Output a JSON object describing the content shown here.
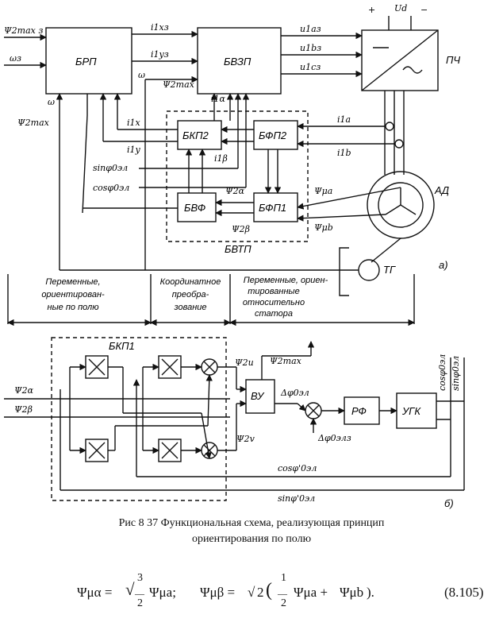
{
  "blocks": {
    "brp": "БРП",
    "bvzp": "БВЗП",
    "pch": "ПЧ",
    "bkp2": "БКП2",
    "bfp2": "БФП2",
    "bvf": "БВФ",
    "bfp1": "БФП1",
    "bvtp": "БВТП",
    "ad": "АД",
    "tg": "ТГ",
    "bkp1": "БКП1",
    "vu": "ВУ",
    "rf": "РФ",
    "ugk": "УГК"
  },
  "signals": {
    "psi2max_z": "Ψ2max з",
    "omega_z": "ωз",
    "omega": "ω",
    "psi2max": "Ψ2max",
    "i1xz": "i1xз",
    "i1yz": "i1yз",
    "u1az": "u1aз",
    "u1bz": "u1bз",
    "u1cz": "u1cз",
    "ud": "Ud",
    "i1alpha": "i1α",
    "i1beta": "i1β",
    "i1x": "i1x",
    "i1y": "i1y",
    "i1a": "i1a",
    "i1b": "i1b",
    "sin_phi": "sinφ0эл",
    "cos_phi": "cosφ0эл",
    "psi2alpha": "Ψ2α",
    "psi2beta": "Ψ2β",
    "psi_mu_a": "Ψμa",
    "psi_mu_b": "Ψμb",
    "psi2u": "Ψ2u",
    "psi2v": "Ψ2v",
    "dphi": "Δφ0эл",
    "dphi_z": "Δφ0элз",
    "cos_phi_prime": "cosφ'0эл",
    "sin_phi_prime": "sinφ'0эл"
  },
  "panel_label": "а)",
  "panel_label_b": "б)",
  "regions": {
    "left": [
      "Переменные,",
      "ориентирован-",
      "ные по полю"
    ],
    "middle": [
      "Координатное",
      "преобра-",
      "зование"
    ],
    "right": [
      "Переменные, ориен-",
      "тированные",
      "относительно",
      "статора"
    ]
  },
  "caption": {
    "line1": "Рис 8 37 Функциональная схема, реализующая принцип",
    "line2": "ориентирования по полю"
  },
  "equation": {
    "lhs1": "Ψμα =",
    "rad1": "3",
    "den1": "2",
    "rhs1": "Ψμa;",
    "lhs2": "Ψμβ =",
    "rad2": "2",
    "num2": "1",
    "den2": "2",
    "rhs2a": "Ψμa +",
    "rhs2b": "Ψμb",
    "end": ").",
    "number": "(8.105)"
  }
}
